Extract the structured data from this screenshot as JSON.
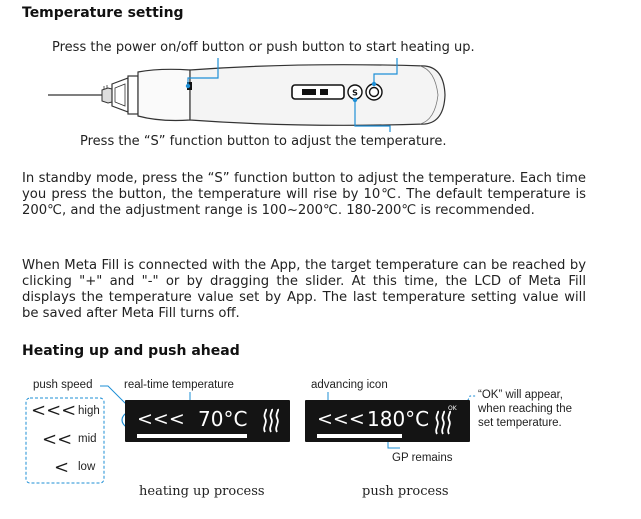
{
  "sections": {
    "temp_title": "Temperature setting",
    "heat_title": "Heating up and push ahead"
  },
  "device_figure": {
    "top_caption": "Press the power on/off button or push button to start heating up.",
    "bottom_caption": "Press the “S” function button to adjust the temperature.",
    "s_button": "S"
  },
  "paragraphs": {
    "standby": "In standby mode, press the “S” function button to adjust the temperature. Each time you press the button, the temperature will rise by 10℃. The default temperature is 200℃, and the adjustment range is 100~200℃. 180-200℃ is recommended.",
    "app": "When Meta Fill is connected with the App, the target temperature can be reached by clicking \"+\" and \"-\" or by dragging the slider. At this time, the LCD of Meta Fill displays the temperature value set by App. The last temperature setting value will be saved after Meta Fill turns off."
  },
  "speed_legend": {
    "label": "push speed",
    "high_symbol": "<<<",
    "high": "high",
    "mid_symbol": "<<",
    "mid": "mid",
    "low_symbol": "<",
    "low": "low"
  },
  "heating_screen": {
    "label": "real-time temperature",
    "arrows": "<<<",
    "temp": "70°C",
    "caption": "heating up process"
  },
  "push_screen": {
    "label": "advancing icon",
    "arrows": "<<<",
    "temp": "180°C",
    "ok": "OK",
    "gp_label": "GP remains",
    "ok_note": "“OK” will appear, when reaching the set temperature.",
    "caption": "push process"
  },
  "colors": {
    "accent_blue": "#1e8fd6",
    "screen_bg": "#141414",
    "device_body": "#f4f4f4"
  },
  "icons": [
    "heat-wave-icon",
    "power-button-icon",
    "s-button-icon"
  ]
}
